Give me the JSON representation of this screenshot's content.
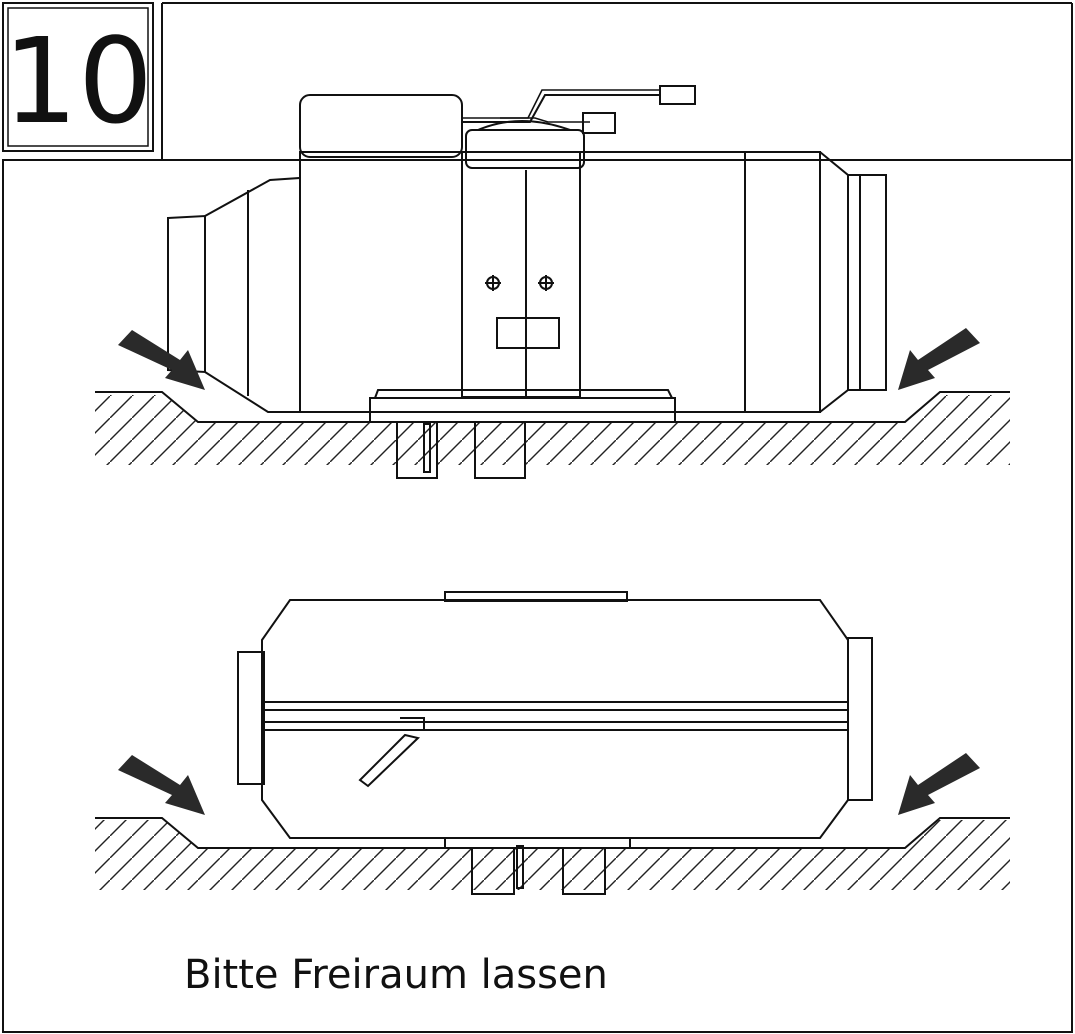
{
  "step": {
    "number": "10"
  },
  "caption": {
    "text": "Bitte Freiraum lassen"
  },
  "colors": {
    "line": "#111111",
    "arrow": "#2a2a2a",
    "background": "#ffffff"
  },
  "figures": [
    {
      "name": "heater-side-view",
      "description_hidden": true
    },
    {
      "name": "heater-front-view",
      "description_hidden": true
    }
  ]
}
